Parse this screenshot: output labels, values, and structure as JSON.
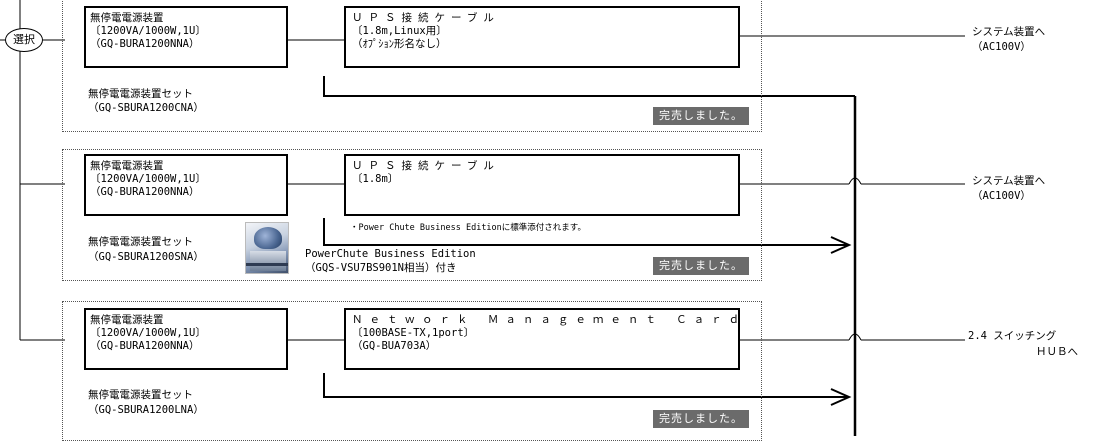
{
  "select_label": "選択",
  "sold_out": "完売しました。",
  "groups": [
    {
      "ups": [
        "無停電電源装置",
        "〔1200VA/1000W,1U〕",
        "（GQ-BURA1200NNA）"
      ],
      "cable": [
        "ＵＰＳ接続ケーブル",
        "〔1.8m,Linux用〕",
        "（ｵﾌﾟｼｮﾝ形名なし）"
      ],
      "set": [
        "無停電電源装置セット",
        "（GQ-SBURA1200CNA）"
      ],
      "target": [
        "システム装置へ",
        "（AC100V）"
      ]
    },
    {
      "ups": [
        "無停電電源装置",
        "〔1200VA/1000W,1U〕",
        "（GQ-BURA1200NNA）"
      ],
      "cable": [
        "ＵＰＳ接続ケーブル",
        "〔1.8m〕"
      ],
      "note": "・Power Chute Business Editionに標準添付されます。",
      "set": [
        "無停電電源装置セット",
        "（GQ-SBURA1200SNA）"
      ],
      "software": [
        "PowerChute Business Edition",
        "（GQS-VSU7BS901N相当）付き"
      ],
      "target": [
        "システム装置へ",
        "（AC100V）"
      ]
    },
    {
      "ups": [
        "無停電電源装置",
        "〔1200VA/1000W,1U〕",
        "（GQ-BURA1200NNA）"
      ],
      "card": [
        "Ｎｅｔｗｏｒｋ Ｍａｎａｇｅｍｅｎｔ Ｃａｒｄ",
        "〔100BASE-TX,1port〕",
        "（GQ-BUA703A）"
      ],
      "set": [
        "無停電電源装置セット",
        "（GQ-SBURA1200LNA）"
      ],
      "target": [
        "2.4 スイッチング",
        "ＨＵＢへ"
      ]
    }
  ]
}
